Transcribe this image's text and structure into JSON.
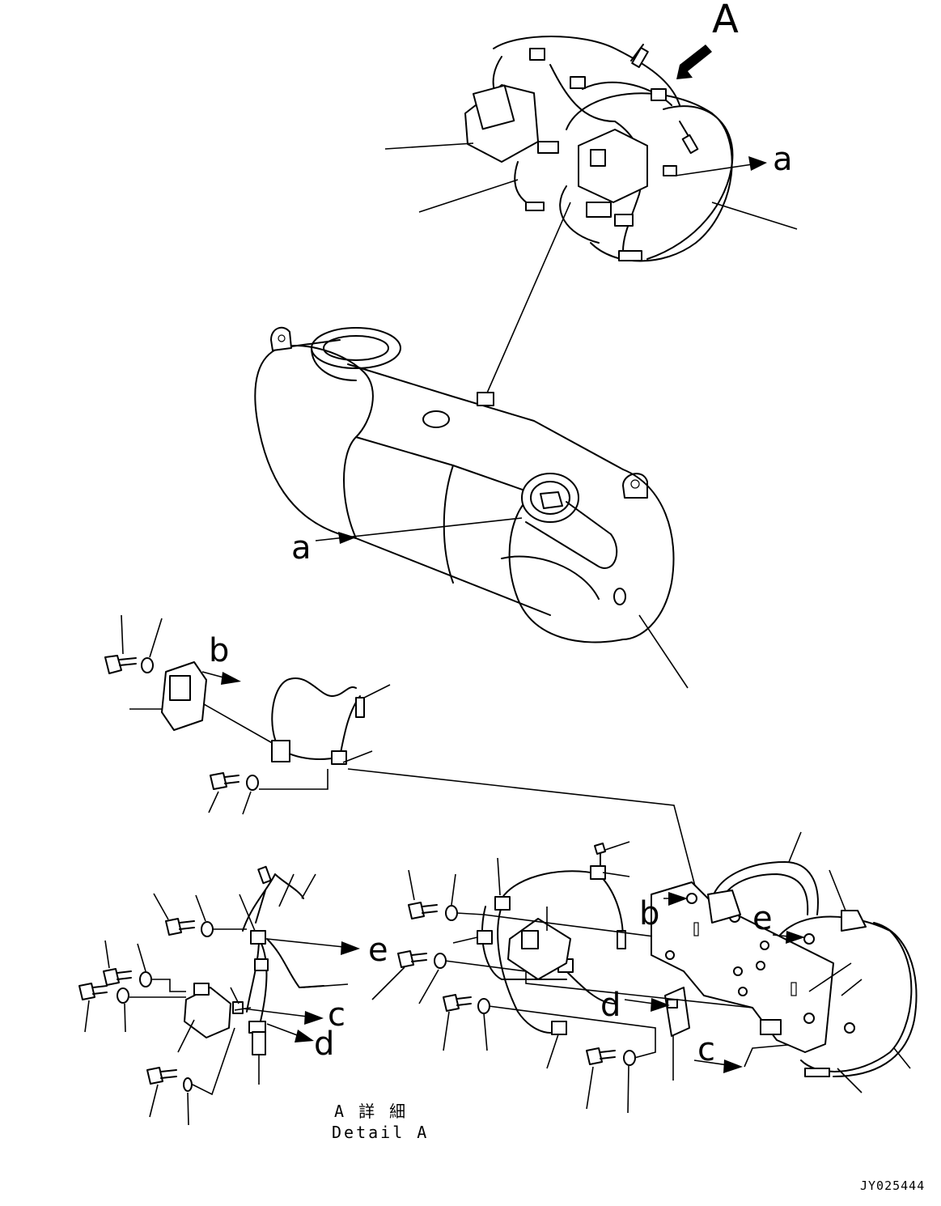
{
  "view_labels": {
    "view_a": "A"
  },
  "callouts": {
    "a_top": "a",
    "a_tank": "a",
    "b_left": "b",
    "b_right": "b",
    "c_left": "c",
    "c_right": "c",
    "d_left": "d",
    "d_right": "d",
    "e_left": "e",
    "e_right": "e"
  },
  "detail_caption": {
    "jp": "A 詳 細",
    "en": "Detail A"
  },
  "drawing_code": "JY025444"
}
